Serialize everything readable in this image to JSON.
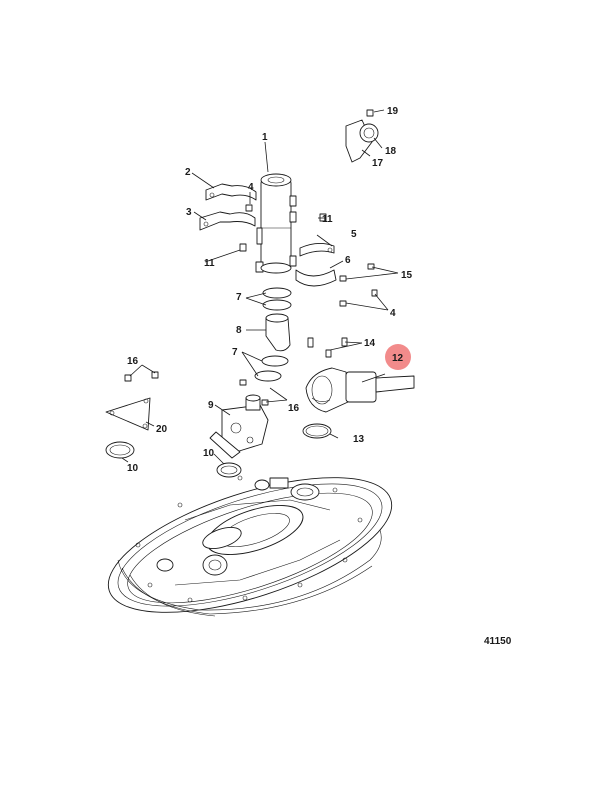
{
  "figure_number": "41150",
  "highlight_color": "#f28b8b",
  "callouts": {
    "c1": "1",
    "c2": "2",
    "c3": "3",
    "c4a": "4",
    "c4b": "4",
    "c5": "5",
    "c6": "6",
    "c7a": "7",
    "c7b": "7",
    "c8": "8",
    "c9": "9",
    "c10a": "10",
    "c10b": "10",
    "c11a": "11",
    "c11b": "11",
    "c12": "12",
    "c13": "13",
    "c14": "14",
    "c15": "15",
    "c16a": "16",
    "c16b": "16",
    "c17": "17",
    "c18": "18",
    "c19": "19",
    "c20": "20"
  }
}
